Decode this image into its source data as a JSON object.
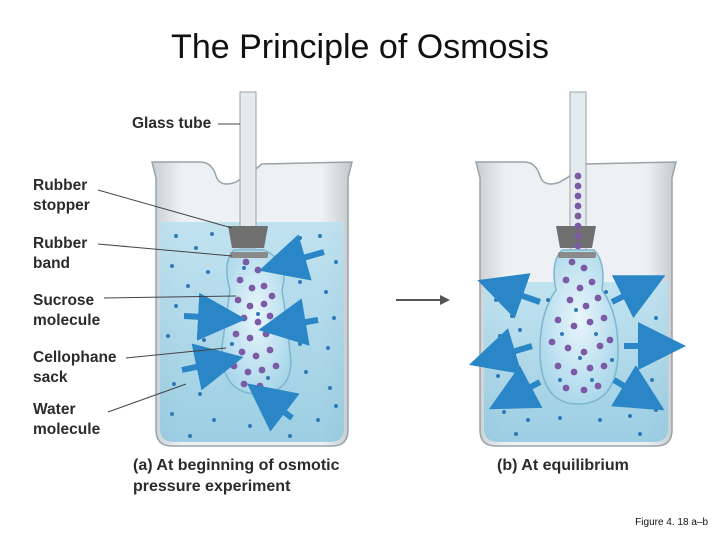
{
  "title": "The Principle of Osmosis",
  "labels": {
    "glass_tube": "Glass tube",
    "rubber_stopper_1": "Rubber",
    "rubber_stopper_2": "stopper",
    "rubber_band_1": "Rubber",
    "rubber_band_2": "band",
    "sucrose_1": "Sucrose",
    "sucrose_2": "molecule",
    "cellophane_1": "Cellophane",
    "cellophane_2": "sack",
    "water_1": "Water",
    "water_2": "molecule"
  },
  "captions": {
    "a_line1": "(a) At beginning of osmotic",
    "a_line2": "pressure experiment",
    "b": "(b) At equilibrium"
  },
  "figure_ref": "Figure 4. 18 a–b",
  "colors": {
    "water": "#a9d8ea",
    "water_dark": "#7fbfda",
    "beaker": "#d9dde0",
    "sucrose": "#7d5aa6",
    "water_dot": "#2f79b8",
    "arrow": "#2a86c6",
    "stopper": "#6f6f6f"
  },
  "icons": [
    "process-arrow-icon"
  ]
}
